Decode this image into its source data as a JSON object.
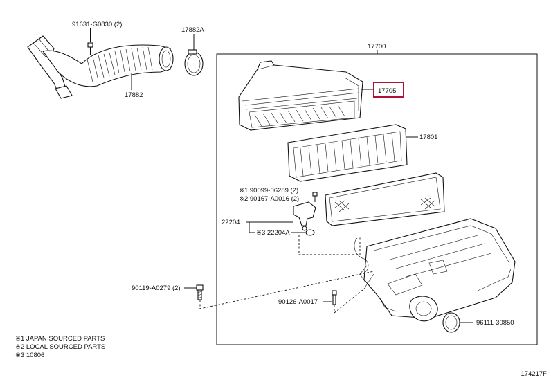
{
  "labels": {
    "p91631": "91631-G0830 (2)",
    "p17882A": "17882A",
    "p17882": "17882",
    "p17700": "17700",
    "p17705": "17705",
    "p17801": "17801",
    "p90099": "※1 90099-06289 (2)",
    "p90167": "※2 90167-A0016 (2)",
    "p22204": "22204",
    "p22204A": "※3 22204A",
    "p90119": "90119-A0279 (2)",
    "p90126": "90126-A0017",
    "p96111": "96111-30850"
  },
  "notes": [
    "※1 JAPAN SOURCED PARTS",
    "※2 LOCAL SOURCED PARTS",
    "※3 10806"
  ],
  "figure_id": "174217F",
  "highlight_color": "#b0123a"
}
